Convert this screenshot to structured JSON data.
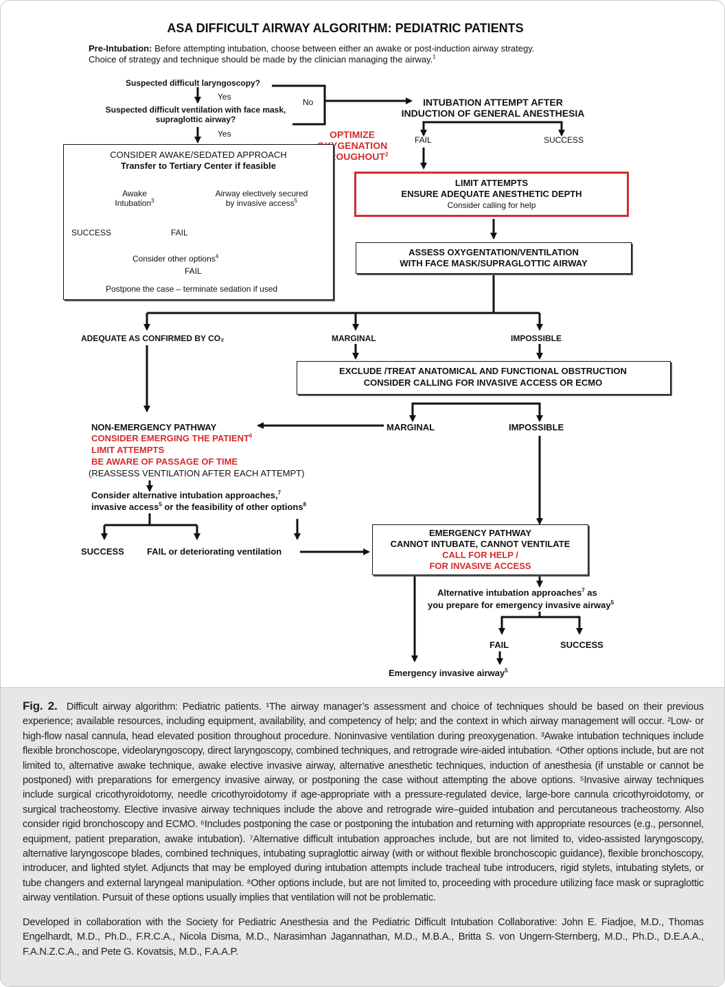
{
  "title": "ASA DIFFICULT AIRWAY ALGORITHM: PEDIATRIC PATIENTS",
  "pre_intubation": {
    "label": "Pre-Intubation:",
    "line1": "Before attempting intubation, choose between either an awake or post-induction airway strategy.",
    "line2": "Choice of strategy and technique should be made by the clinician managing the airway.",
    "sup": "1"
  },
  "q1": "Suspected difficult laryngoscopy?",
  "q1_yes": "Yes",
  "q2_line1": "Suspected difficult ventilation with face mask,",
  "q2_line2": "supraglottic airway?",
  "q2_yes": "Yes",
  "no_label": "No",
  "optimize": {
    "line1": "OPTIMIZE",
    "line2": "OXYGENATION",
    "line3": "THROUGHOUT",
    "sup": "2"
  },
  "induction": {
    "line1": "INTUBATION ATTEMPT AFTER",
    "line2": "INDUCTION OF GENERAL ANESTHESIA"
  },
  "ind_fail": "FAIL",
  "ind_success": "SUCCESS",
  "limit_box": {
    "line1": "LIMIT ATTEMPTS",
    "line2": "ENSURE ADEQUATE ANESTHETIC DEPTH",
    "line3": "Consider calling for help"
  },
  "assess_box": {
    "line1": "ASSESS OXYGENTATION/VENTILATION",
    "line2": "WITH FACE MASK/SUPRAGLOTTIC AIRWAY"
  },
  "awake_box": {
    "line1": "CONSIDER AWAKE/SEDATED APPROACH",
    "line2": "Transfer to Tertiary Center if feasible",
    "awake_line1": "Awake",
    "awake_line2": "Intubation",
    "awake_sup": "3",
    "invasive_line1": "Airway electively secured",
    "invasive_line2": "by invasive access",
    "invasive_sup": "5",
    "success": "SUCCESS",
    "fail": "FAIL",
    "other": "Consider other options",
    "other_sup": "4",
    "fail2": "FAIL",
    "postpone": "Postpone the case – terminate sedation if used"
  },
  "adequate": "ADEQUATE AS CONFIRMED BY CO₂",
  "marginal1": "MARGINAL",
  "impossible1": "IMPOSSIBLE",
  "exclude_box": {
    "line1": "EXCLUDE /TREAT ANATOMICAL AND FUNCTIONAL OBSTRUCTION",
    "line2": "CONSIDER CALLING FOR INVASIVE ACCESS OR ECMO"
  },
  "marginal2": "MARGINAL",
  "impossible2": "IMPOSSIBLE",
  "non_emergency": {
    "line1": "NON-EMERGENCY PATHWAY",
    "line2": "CONSIDER EMERGING THE PATIENT",
    "line2_sup": "6",
    "line3": "LIMIT ATTEMPTS",
    "line4": "BE AWARE OF PASSAGE OF TIME",
    "line5": "(REASSESS VENTILATION AFTER EACH ATTEMPT)"
  },
  "consider_alt": {
    "line1": "Consider alternative intubation approaches,",
    "line1_sup": "7",
    "line2a": "invasive access",
    "line2a_sup": "5",
    "line2b": " or the feasibility of other options",
    "line2b_sup": "8"
  },
  "success_bottom": "SUCCESS",
  "fail_deteriorating": "FAIL or deteriorating ventilation",
  "emergency_box": {
    "line1": "EMERGENCY PATHWAY",
    "line2": "CANNOT INTUBATE, CANNOT VENTILATE",
    "line3": "CALL FOR HELP /",
    "line4": "FOR INVASIVE ACCESS"
  },
  "alt_emergency": {
    "line1": "Alternative intubation approaches",
    "line1_sup": "7",
    "line1_end": " as",
    "line2": "you prepare for emergency invasive airway",
    "line2_sup": "5"
  },
  "em_fail": "FAIL",
  "em_success": "SUCCESS",
  "em_invasive": "Emergency invasive airway",
  "em_invasive_sup": "5",
  "caption": {
    "fig": "Fig. 2.",
    "text": "Difficult airway algorithm: Pediatric patients. ¹The airway manager’s assessment and choice of techniques should be based on their previous experience; available resources, including equipment, availability, and competency of help; and the context in which airway management will occur. ²Low- or high-flow nasal cannula, head elevated position throughout procedure. Noninvasive ventilation during preoxygenation. ³Awake intubation techniques include flexible bronchoscope, videolaryngoscopy, direct laryngoscopy, combined techniques, and retrograde wire-aided intubation. ⁴Other options include, but are not limited to, alternative awake technique, awake elective invasive airway, alternative anesthetic techniques, induction of anesthesia (if unstable or cannot be postponed) with preparations for emergency invasive airway, or postponing the case without attempting the above options. ⁵Invasive airway techniques include surgical cricothyroidotomy, needle cricothyroidotomy if age-appropriate with a pressure-regulated device, large-bore cannula cricothyroidotomy, or surgical tracheostomy. Elective invasive airway techniques include the above and retrograde wire–guided intubation and percutaneous tracheostomy. Also consider rigid bronchoscopy and ECMO. ⁶Includes postponing the case or postponing the intubation and returning with appropriate resources (e.g., personnel, equipment, patient preparation, awake intubation). ⁷Alternative difficult intubation approaches include, but are not limited to, video-assisted laryngoscopy, alternative laryngoscope blades, combined techniques, intubating supraglottic airway (with or without flexible bronchoscopic guidance), flexible bronchoscopy, introducer, and lighted stylet. Adjuncts that may be employed during intubation attempts include tracheal tube introducers, rigid stylets, intubating stylets, or tube changers and external laryngeal manipulation. ⁸Other options include, but are not limited to, proceeding with procedure utilizing face mask or supraglottic airway ventilation. Pursuit of these options usually implies that ventilation will not be problematic.",
    "credit": "Developed in collaboration with the Society for Pediatric Anesthesia and the Pediatric Difficult Intubation Collaborative: John E. Fiadjoe, M.D., Thomas Engelhardt, M.D., Ph.D., F.R.C.A., Nicola Disma, M.D., Narasimhan Jagannathan, M.D., M.B.A., Britta S. von Ungern-Sternberg, M.D., Ph.D., D.E.A.A., F.A.N.Z.C.A., and Pete G. Kovatsis, M.D., F.A.A.P."
  }
}
